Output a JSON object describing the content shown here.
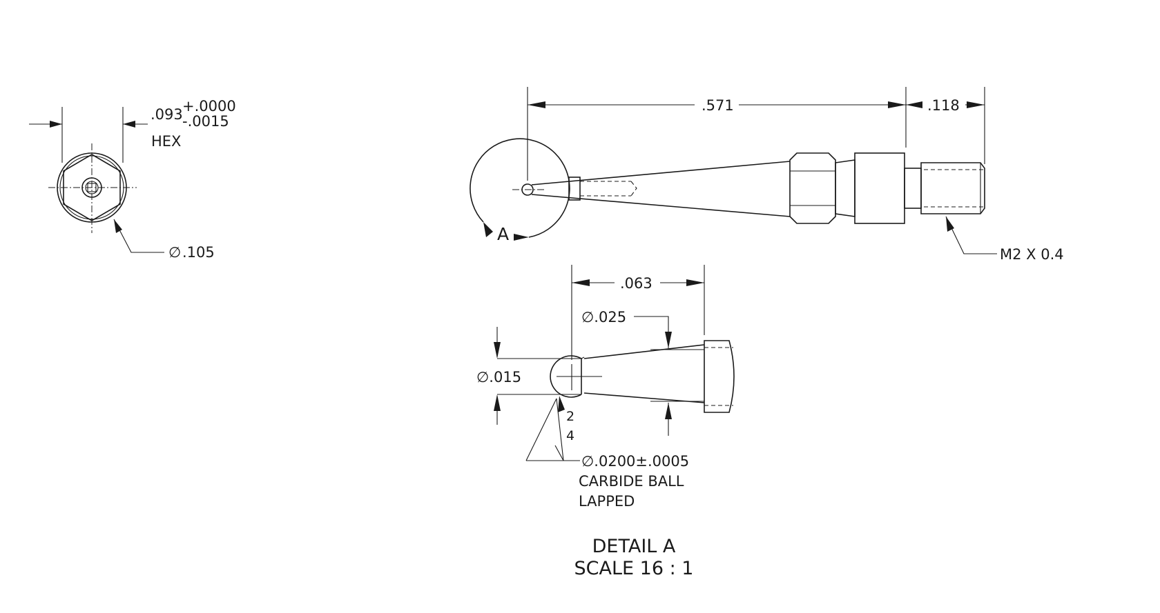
{
  "end_view": {
    "hex_dim_base": ".093",
    "hex_tol_plus": "+.0000",
    "hex_tol_minus": "-.0015",
    "hex_label": "HEX",
    "diameter_symbol": "∅",
    "diameter_value": ".105"
  },
  "side_view": {
    "overall_length": ".571",
    "thread_length": ".118",
    "thread_callout": "M2 X 0.4",
    "detail_marker": "A"
  },
  "detail_view": {
    "tip_length": ".063",
    "stem_diameter": "∅.025",
    "ball_diameter": "∅.015",
    "surface_finish_top": "2",
    "surface_finish_bottom": "4",
    "ball_spec_line1": "∅.0200±.0005",
    "ball_spec_line2": "CARBIDE BALL",
    "ball_spec_line3": "LAPPED",
    "title": "DETAIL A",
    "scale": "SCALE 16 : 1"
  }
}
